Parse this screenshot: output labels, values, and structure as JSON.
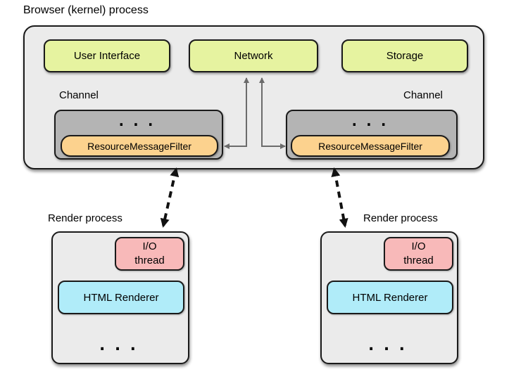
{
  "colors": {
    "panel-fill": "#ebebeb",
    "channel-fill": "#b4b4b4",
    "component-fill": "#e6f3a0",
    "filter-fill": "#fcd28e",
    "io-fill": "#f8b9b9",
    "renderer-fill": "#b0ecf9",
    "border": "#1a1a1a",
    "arrow-gray": "#6b6b6b",
    "arrow-black": "#111111"
  },
  "browser_process": {
    "title": "Browser (kernel) process",
    "components": [
      {
        "label": "User Interface"
      },
      {
        "label": "Network"
      },
      {
        "label": "Storage"
      }
    ],
    "channels": [
      {
        "label": "Channel",
        "dots": "...",
        "filter_label": "ResourceMessageFilter"
      },
      {
        "label": "Channel",
        "dots": "...",
        "filter_label": "ResourceMessageFilter"
      }
    ]
  },
  "render_processes": [
    {
      "title": "Render process",
      "io_line1": "I/O",
      "io_line2": "thread",
      "renderer_label": "HTML Renderer",
      "dots": "..."
    },
    {
      "title": "Render process",
      "io_line1": "I/O",
      "io_line2": "thread",
      "renderer_label": "HTML Renderer",
      "dots": "..."
    }
  ]
}
